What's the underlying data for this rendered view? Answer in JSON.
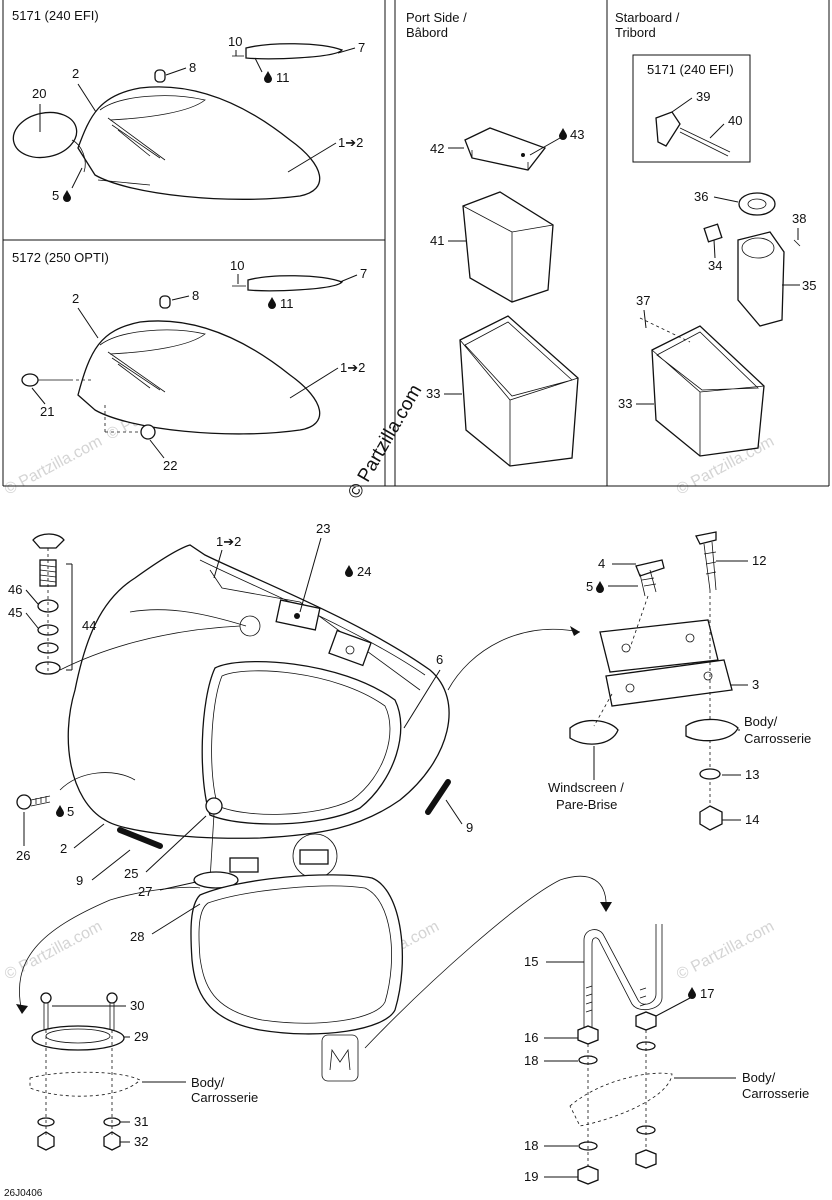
{
  "panels": {
    "top_left_a": {
      "title": "5171 (240 EFI)"
    },
    "top_left_b": {
      "title": "5172 (250 OPTI)"
    },
    "port": {
      "title_1": "Port Side /",
      "title_2": "Bâbord"
    },
    "starboard": {
      "title_1": "Starboard /",
      "title_2": "Tribord",
      "inset_title": "5171 (240 EFI)"
    }
  },
  "callouts": {
    "c20": "20",
    "c2a": "2",
    "c8a": "8",
    "c10a": "10",
    "c7a": "7",
    "c11a": "11",
    "c1to2a": "1➔2",
    "c5a": "5",
    "c2b": "2",
    "c8b": "8",
    "c10b": "10",
    "c7b": "7",
    "c11b": "11",
    "c1to2b": "1➔2",
    "c21": "21",
    "c22": "22",
    "c42": "42",
    "c43": "43",
    "c41": "41",
    "c33a": "33",
    "c39": "39",
    "c40": "40",
    "c36": "36",
    "c38": "38",
    "c34": "34",
    "c35": "35",
    "c37": "37",
    "c33b": "33",
    "c1to2c": "1➔2",
    "c23": "23",
    "c24": "24",
    "c6": "6",
    "c46": "46",
    "c45": "45",
    "c44": "44",
    "c26": "26",
    "c5b": "5",
    "c2c": "2",
    "c9a": "9",
    "c25": "25",
    "c27": "27",
    "c28": "28",
    "c9b": "9",
    "c4": "4",
    "c5c": "5",
    "c12": "12",
    "c3": "3",
    "c13": "13",
    "c14": "14",
    "c30": "30",
    "c29": "29",
    "c31": "31",
    "c32": "32",
    "c15": "15",
    "c17": "17",
    "c16": "16",
    "c18a": "18",
    "c18b": "18",
    "c19": "19"
  },
  "labels": {
    "body_1": "Body/",
    "carrosserie_1": "Carrosserie",
    "windscreen": "Windscreen /",
    "pare_brise": "Pare-Brise",
    "body_2": "Body/",
    "carrosserie_2": "Carrosserie",
    "body_3": "Body/",
    "carrosserie_3": "Carrosserie"
  },
  "watermark": {
    "main": "© Partzilla.com",
    "faint": "© Partzilla.com"
  },
  "reference_code": "26J0406",
  "icons": {
    "drop": "oil-drop-icon",
    "arrow": "arrow-right-icon"
  }
}
